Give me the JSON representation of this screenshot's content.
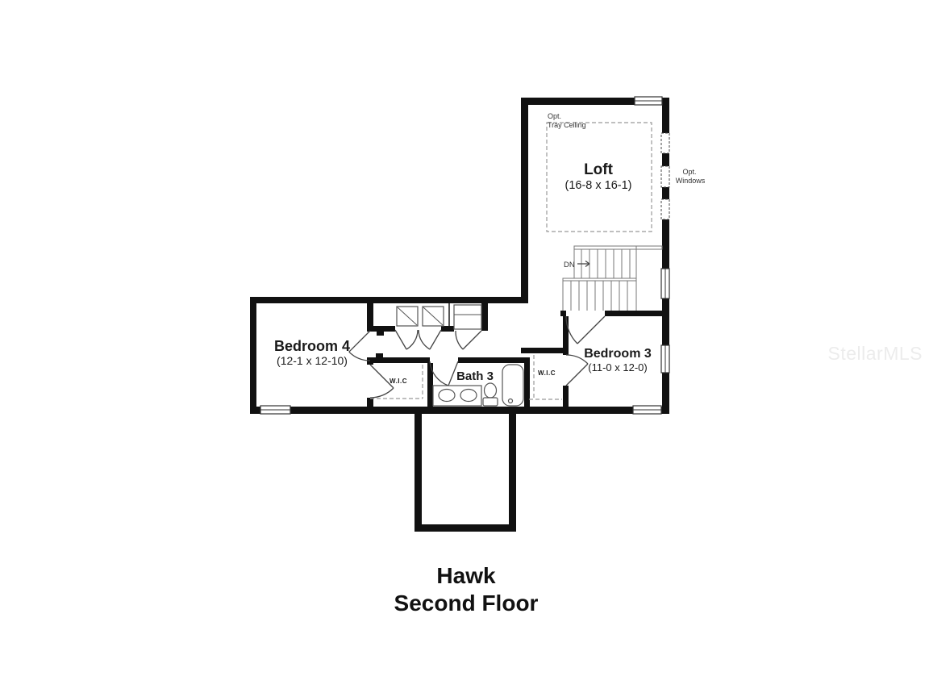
{
  "plan": {
    "title_line1": "Hawk",
    "title_line2": "Second Floor",
    "watermark": "StellarMLS",
    "rooms": {
      "loft": {
        "name": "Loft",
        "dims": "(16-8 x 16-1)"
      },
      "bedroom4": {
        "name": "Bedroom 4",
        "dims": "(12-1 x 12-10)"
      },
      "bedroom3": {
        "name": "Bedroom 3",
        "dims": "(11-0 x 12-0)"
      },
      "bath3": {
        "name": "Bath 3"
      },
      "wic4": {
        "name": "W.I.C"
      },
      "wic3": {
        "name": "W.I.C"
      }
    },
    "annotations": {
      "tray_opt": "Opt.",
      "tray_label": "Tray Ceiling",
      "windows_opt": "Opt.",
      "windows_label": "Windows",
      "down": "DN"
    },
    "colors": {
      "wall": "#111111",
      "fixture_line": "#555555",
      "stair_line": "#777777",
      "dashed_line": "#999999",
      "watermark": "#ececec",
      "background": "#ffffff"
    }
  }
}
